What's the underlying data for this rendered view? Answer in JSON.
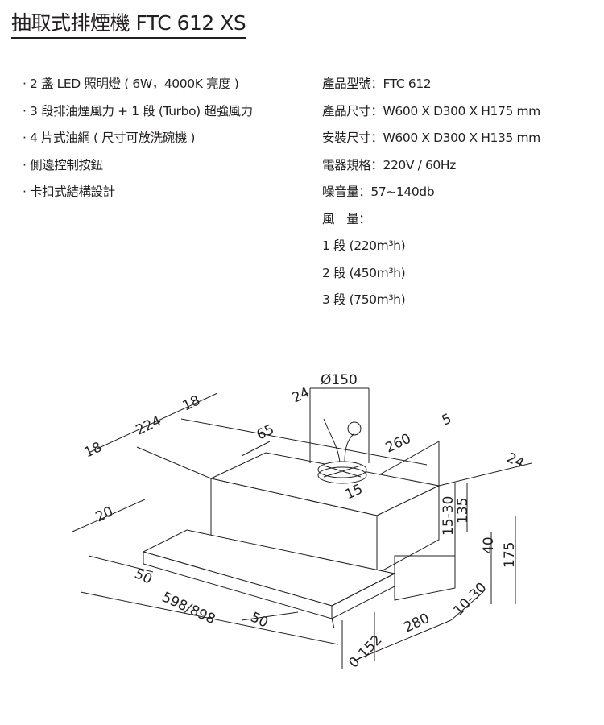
{
  "title": "抽取式排煙機 FTC 612 XS",
  "features": [
    "· 2 盞 LED 照明燈 ( 6W，4000K 亮度 )",
    "· 3 段排油煙風力 + 1 段 (Turbo) 超強風力",
    "· 4 片式油網 ( 尺寸可放洗碗機 )",
    "· 側邊控制按鈕",
    "· 卡扣式結構設計"
  ],
  "specs": [
    "產品型號：FTC 612",
    "產品尺寸：W600 X D300 X H175  mm",
    "安裝尺寸：W600 X D300 X H135  mm",
    "電器規格：220V / 60Hz",
    "噪音量：57~140db",
    "風　量：",
    "1 段 (220m³h)",
    "2 段 (450m³h)",
    "3 段 (750m³h)"
  ],
  "diagram": {
    "dims": {
      "duct_diameter": "Ø150",
      "duct_offset": "24",
      "top_18_right": "18",
      "top_224": "224",
      "top_18_left": "18",
      "top_65": "65",
      "depth_260": "260",
      "right_5": "5",
      "right_24": "24",
      "duct_15": "15",
      "h_15_30": "15-30",
      "h_135": "135",
      "h_40": "40",
      "h_175": "175",
      "left_20": "20",
      "front_50_left": "50",
      "width": "598/898",
      "front_50_right": "50",
      "depth_280": "280",
      "gap_10_30": "10-30",
      "extension": "0-152"
    }
  }
}
